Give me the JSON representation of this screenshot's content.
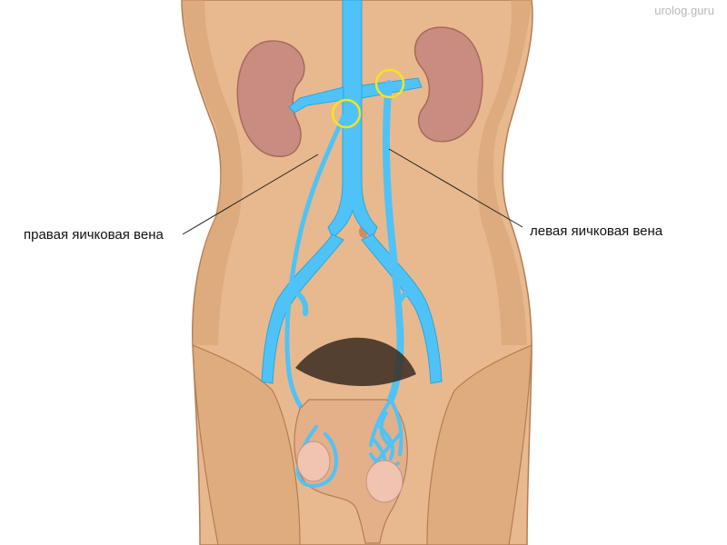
{
  "watermark": "urolog.guru",
  "labels": {
    "right_testicular_vein": "правая яичковая вена",
    "left_testicular_vein": "левая яичковая вена"
  },
  "colors": {
    "skin": "#e8b98e",
    "skin_shade": "#c98f63",
    "vein": "#4fc3f7",
    "vein_outline": "#2aa6e0",
    "kidney": "#c98c80",
    "testis": "#f0c4b0",
    "highlight_ring": "#f4e41e",
    "hair": "#3a2a20",
    "leader_line": "#222222"
  }
}
